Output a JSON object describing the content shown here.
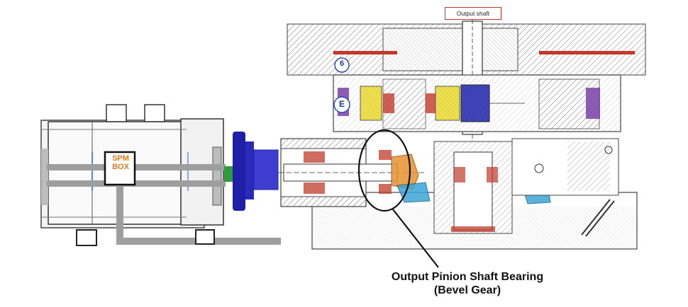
{
  "labels": {
    "output_shaft": "Output shaft",
    "spm_line1": "SPM",
    "spm_line2": "BOX",
    "marker_6": "6",
    "marker_e": "E",
    "callout_line1": "Output Pinion Shaft Bearing",
    "callout_line2": "(Bevel Gear)"
  },
  "colors": {
    "line": "#333333",
    "hatch": "#555555",
    "bearing_red": "#c0392b",
    "bearing_yellow": "#f2e34a",
    "gear_blue": "#3b3fb8",
    "gear_purple": "#7a3fa8",
    "bevel_orange": "#e8922e",
    "bevel_cyan": "#3aa6d8",
    "motor_gray": "#9e9e9e",
    "coupling_navy": "#1f1fa8",
    "coupling_green": "#2e9b3c",
    "spm_orange": "#e07b1c"
  }
}
